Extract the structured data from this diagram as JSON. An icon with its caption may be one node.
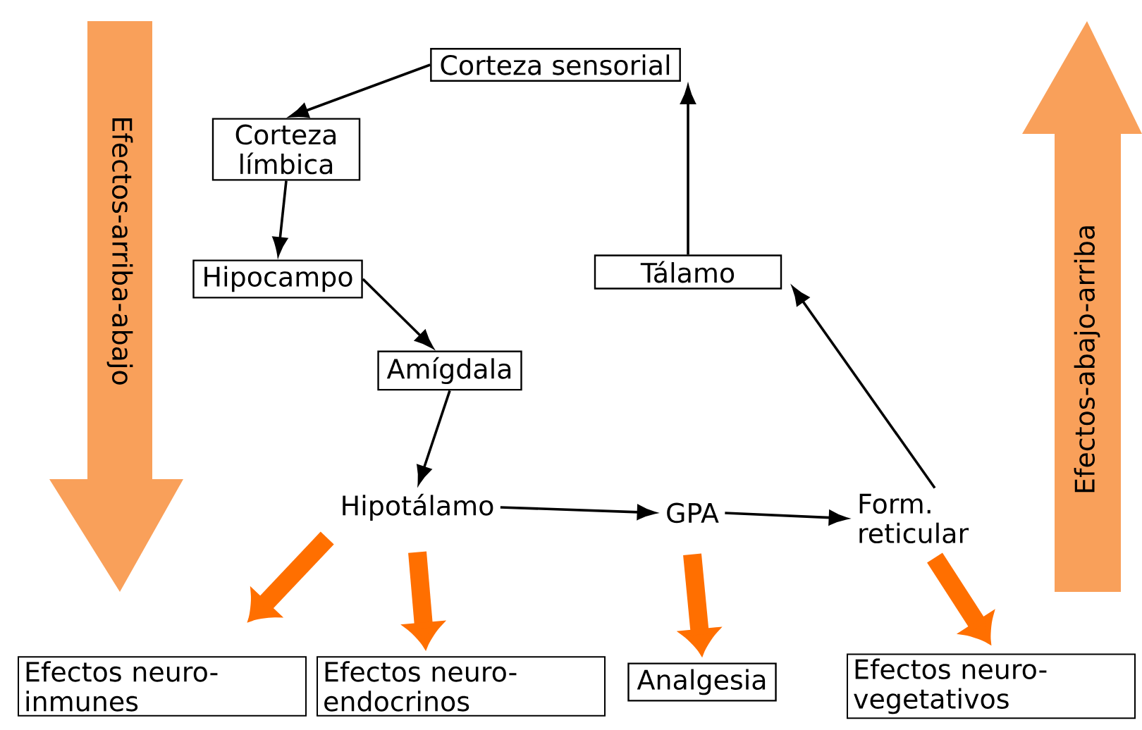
{
  "diagram": {
    "nodes": [
      {
        "text": [
          "Corteza sensorial"
        ]
      },
      {
        "text": [
          "Corteza límbica"
        ]
      },
      {
        "text": [
          "Hipocampo"
        ]
      },
      {
        "text": [
          "Amígdala"
        ]
      },
      {
        "text": [
          "Tálamo"
        ]
      },
      {
        "text": [
          "Hipotálamo"
        ]
      },
      {
        "text": [
          "GPA"
        ]
      },
      {
        "text": [
          "Form. reticular"
        ]
      },
      {
        "text": [
          "Efectos neuro-inmunes"
        ]
      },
      {
        "text": [
          "Efectos neuro-endocrinos"
        ]
      },
      {
        "text": [
          "Analgesia"
        ]
      },
      {
        "text": [
          "Efectos neuro-vegetativos"
        ]
      },
      {
        "text": [
          "Efectos-arriba-abajo"
        ]
      },
      {
        "text": [
          "Efectos-abajo-arriba"
        ]
      }
    ],
    "edges": [
      {
        "from": 0,
        "to": 1,
        "arrow": "to"
      },
      {
        "from": 1,
        "to": 2,
        "arrow": "to"
      },
      {
        "from": 2,
        "to": 3,
        "arrow": "to"
      },
      {
        "from": 3,
        "to": 5,
        "arrow": "to"
      },
      {
        "from": 5,
        "to": 6,
        "arrow": "to"
      },
      {
        "from": 6,
        "to": 7,
        "arrow": "to"
      },
      {
        "from": 7,
        "to": 4,
        "arrow": "to"
      },
      {
        "from": 4,
        "to": 0,
        "arrow": "to"
      },
      {
        "from": 5,
        "to": 8,
        "arrow": "to",
        "style": "thick",
        "color": "#ff6f00"
      },
      {
        "from": 5,
        "to": 9,
        "arrow": "to",
        "style": "thick",
        "color": "#ff6f00"
      },
      {
        "from": 6,
        "to": 10,
        "arrow": "to",
        "style": "thick",
        "color": "#ff6f00"
      },
      {
        "from": 7,
        "to": 11,
        "arrow": "to",
        "style": "thick",
        "color": "#ff6f00"
      }
    ]
  }
}
